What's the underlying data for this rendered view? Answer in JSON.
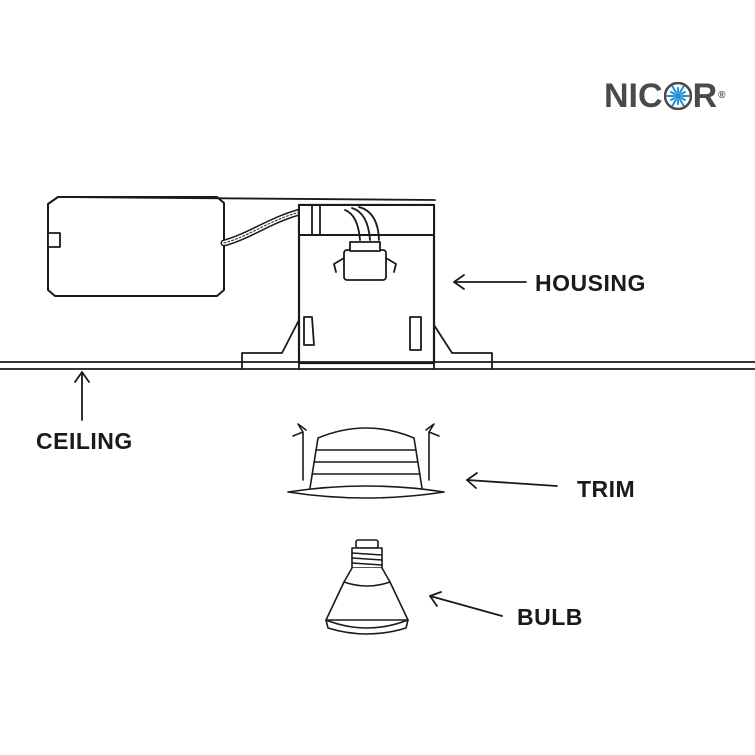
{
  "logo": {
    "text_before": "NIC",
    "text_after": "R",
    "registered": "®",
    "color": "#4a4a4a",
    "star_color": "#1e8fd6"
  },
  "labels": {
    "housing": "HOUSING",
    "ceiling": "CEILING",
    "trim": "TRIM",
    "bulb": "BULB"
  },
  "colors": {
    "line": "#1a1a1a",
    "fill": "#ffffff"
  }
}
